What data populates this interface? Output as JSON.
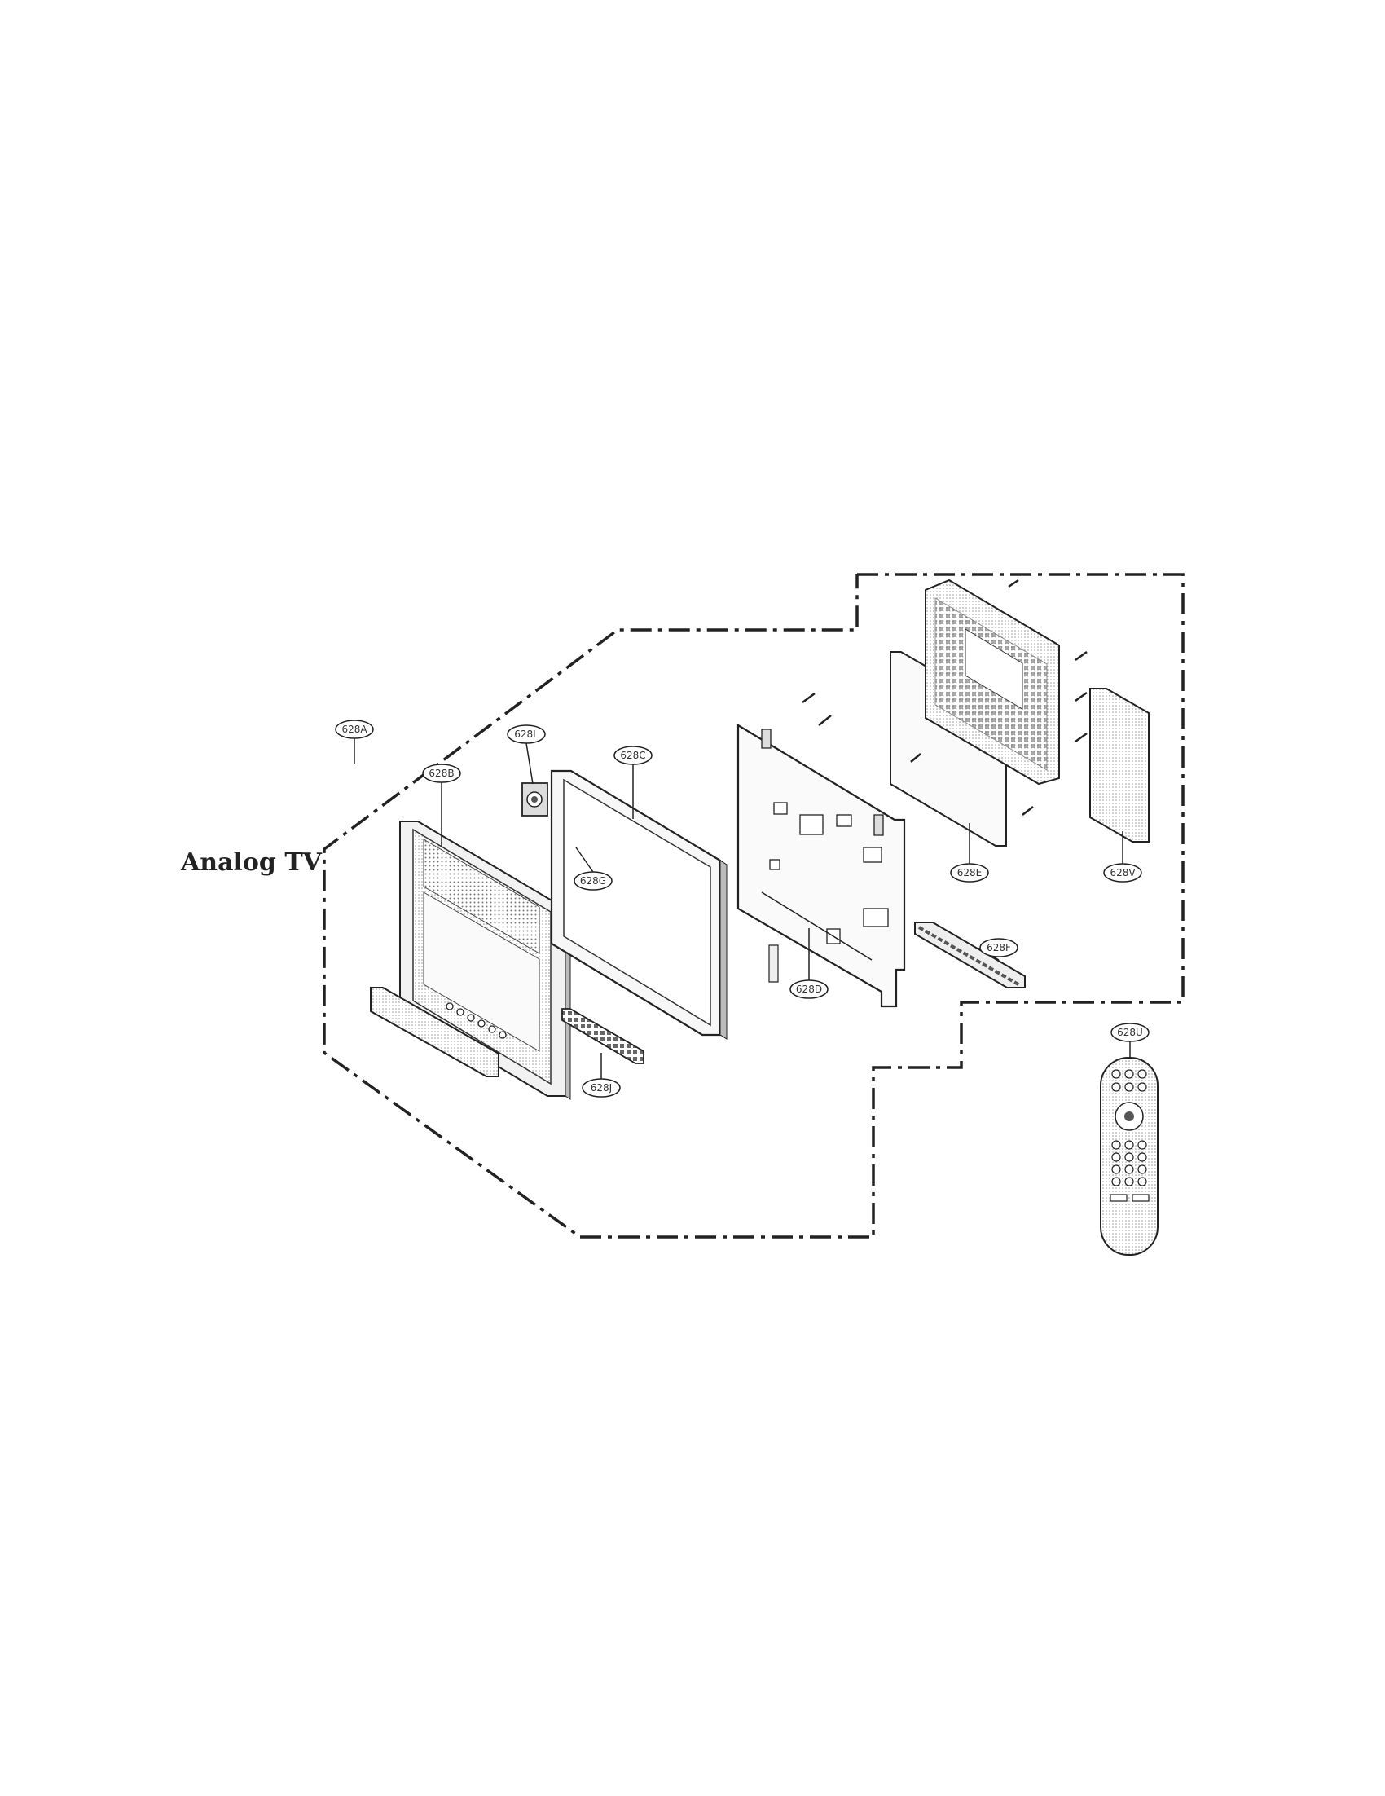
{
  "diagram": {
    "title": "Analog TV",
    "callouts": {
      "p628a": "628A",
      "p628b": "628B",
      "p628l": "628L",
      "p628g": "628G",
      "p628c": "628C",
      "p628d": "628D",
      "p628e": "628E",
      "p628f": "628F",
      "p628v": "628V",
      "p628j": "628J",
      "p628u": "628U"
    }
  }
}
